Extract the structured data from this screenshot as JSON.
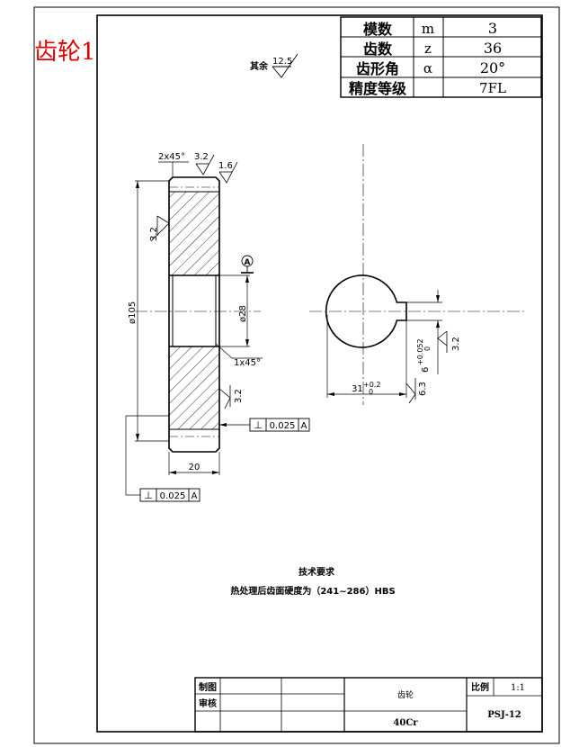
{
  "sheet_title": "齿轮1",
  "param_table": {
    "rows": [
      {
        "label": "模数",
        "symbol": "m",
        "value": "3"
      },
      {
        "label": "齿数",
        "symbol": "z",
        "value": "36"
      },
      {
        "label": "齿形角",
        "symbol": "α",
        "value": "20°"
      },
      {
        "label": "精度等级",
        "symbol": "",
        "value": "7FL"
      }
    ]
  },
  "surface_finish": {
    "other_label": "其余",
    "other_value": "12.5",
    "chamfer_top": "2x45°",
    "rough_top": "3.2",
    "rough_top_right": "1.6",
    "rough_left": "3.2",
    "rough_bottom_right": "3.2",
    "rough_keyway_bottom": "6.3",
    "rough_keyway_side": "3.2"
  },
  "dims": {
    "outer_diameter": "ø105",
    "bore_diameter": "ø28",
    "chamfer_bore": "1x45°",
    "width": "20",
    "keyway_depth": "31",
    "keyway_depth_tol_upper": "+0.2",
    "keyway_depth_tol_lower": "0",
    "keyway_width": "6",
    "keyway_width_tol_upper": "+0.052",
    "keyway_width_tol_lower": "0",
    "datum": "A"
  },
  "tolerance_frames": [
    {
      "symbol": "⊥",
      "value": "0.025",
      "datum": "A"
    },
    {
      "symbol": "⊥",
      "value": "0.025",
      "datum": "A"
    }
  ],
  "tech_req": {
    "heading": "技术要求",
    "line1": "热处理后齿面硬度为（241~286）HBS"
  },
  "title_block": {
    "drawn_by_label": "制图",
    "checked_by_label": "审核",
    "part_name": "齿轮",
    "material": "40Cr",
    "scale_label": "比例",
    "scale_value": "1:1",
    "drawing_no": "PSJ-12"
  }
}
